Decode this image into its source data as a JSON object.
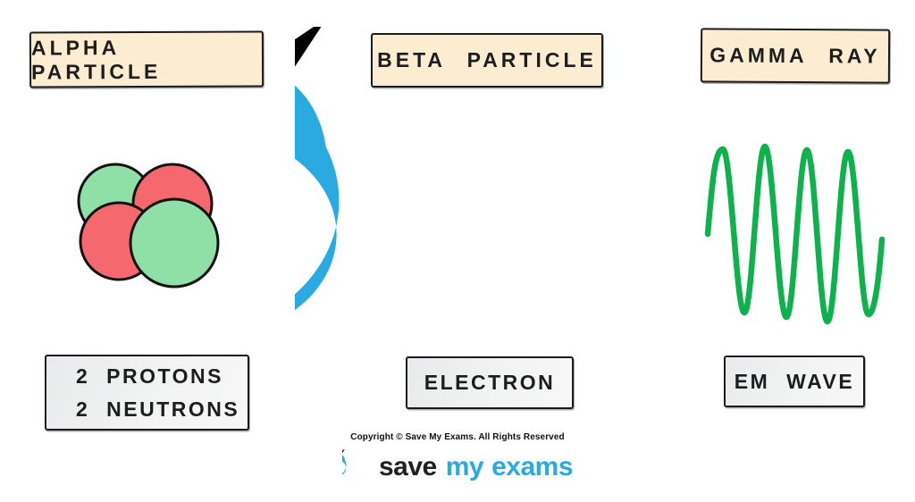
{
  "diagram": {
    "alpha": {
      "title": "ALPHA PARTICLE",
      "caption_line1": "2 PROTONS",
      "caption_line2": "2 NEUTRONS"
    },
    "beta": {
      "title": "BETA PARTICLE",
      "caption": "ELECTRON"
    },
    "gamma": {
      "title": "GAMMA RAY",
      "caption": "EM WAVE"
    }
  },
  "footer": {
    "copyright": "Copyright © Save My Exams. All Rights Reserved",
    "logo": {
      "save": "save",
      "my": "my",
      "exams": "exams"
    }
  },
  "colors": {
    "brand_blue": "#29abe2",
    "label_box_fill": "#fcedd2",
    "caption_box_fill": "#eff0f1",
    "proton_red": "#f5696e",
    "neutron_green": "#8fe0a6",
    "wave_green": "#0db24d",
    "bolt_black": "#000000"
  }
}
